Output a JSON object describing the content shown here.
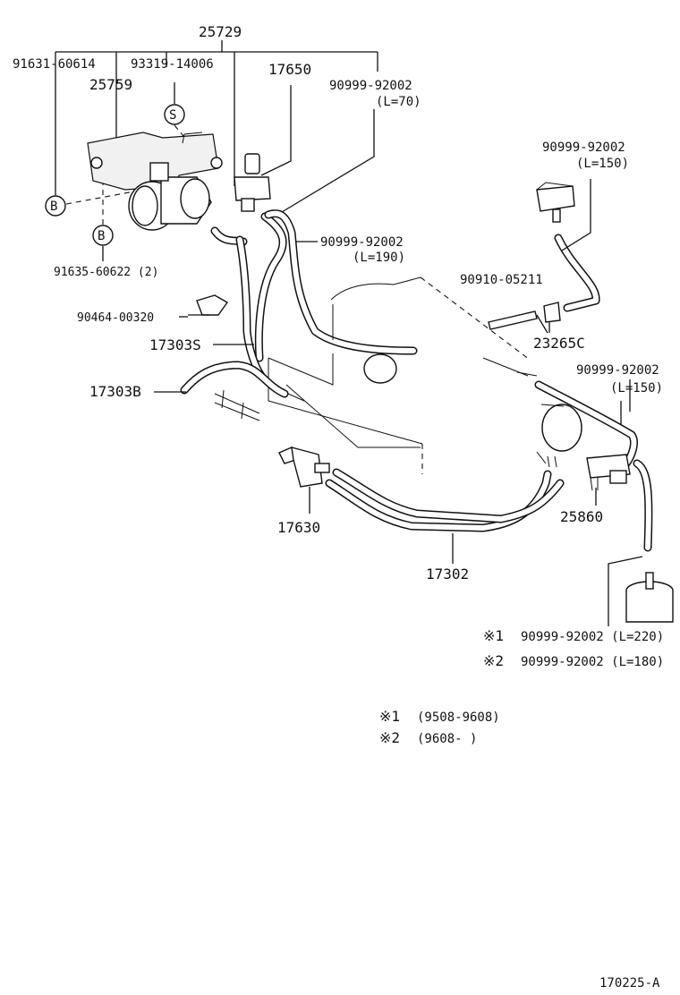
{
  "labels": {
    "p25729": "25729",
    "p91631": "91631-60614",
    "p93319": "93319-14006",
    "p25759": "25759",
    "p17650": "17650",
    "p90999a": "90999-92002",
    "p90999a_len": "(L=70)",
    "p90999b": "90999-92002",
    "p90999b_len": "(L=150)",
    "p90999c": "90999-92002",
    "p90999c_len": "(L=190)",
    "p91635": "91635-60622 (2)",
    "p90910": "90910-05211",
    "p90464": "90464-00320",
    "p23265": "23265C",
    "p17303s": "17303S",
    "p90999d": "90999-92002",
    "p90999d_len": "(L=150)",
    "p17303b": "17303B",
    "p25860": "25860",
    "p17630": "17630",
    "p17302": "17302",
    "var1_mark": "※1",
    "var1_text": "90999-92002 (L=220)",
    "var2_mark": "※2",
    "var2_text": "90999-92002 (L=180)",
    "note1_mark": "※1",
    "note1_text": "(9508-9608)",
    "note2_mark": "※2",
    "note2_text": "(9608-     )",
    "callout_b1": "B",
    "callout_s": "S",
    "callout_b2": "B",
    "diagram_id": "170225-A"
  }
}
